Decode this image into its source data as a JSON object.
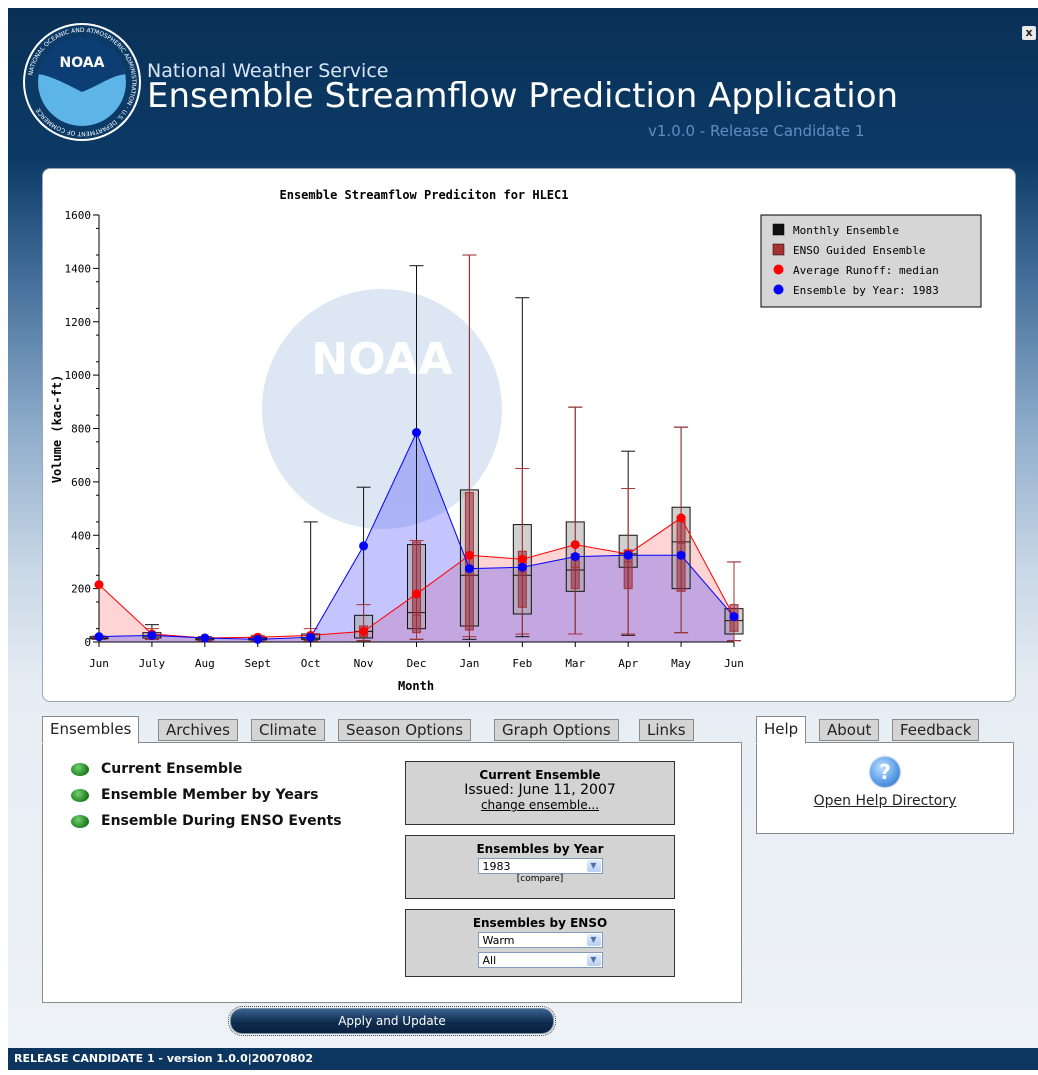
{
  "header": {
    "logo_text": "NOAA",
    "seal_text": "NATIONAL OCEANIC AND ATMOSPHERIC ADMINISTRATION · U.S. DEPARTMENT OF COMMERCE",
    "agency": "National Weather Service",
    "title": "Ensemble Streamflow Prediction Application",
    "version": "v1.0.0 - Release Candidate 1",
    "close_label": "x"
  },
  "chart_data": {
    "type": "bar",
    "title": "Ensemble Streamflow Prediciton for HLEC1",
    "xlabel": "Month",
    "ylabel": "Volume (kac-ft)",
    "ylim": [
      0,
      1600
    ],
    "yticks": [
      0,
      200,
      400,
      600,
      800,
      1000,
      1200,
      1400,
      1600
    ],
    "categories": [
      "Jun",
      "July",
      "Aug",
      "Sept",
      "Oct",
      "Nov",
      "Dec",
      "Jan",
      "Feb",
      "Mar",
      "Apr",
      "May",
      "Jun"
    ],
    "legend": [
      {
        "name": "Monthly Ensemble",
        "color": "#111111",
        "marker": "square"
      },
      {
        "name": "ENSO Guided Ensemble",
        "color": "#a83232",
        "marker": "square"
      },
      {
        "name": "Average Runoff: median",
        "color": "#ff0000",
        "marker": "dot"
      },
      {
        "name": "Ensemble by Year: 1983",
        "color": "#0000ff",
        "marker": "dot"
      }
    ],
    "legend_position": "top-right",
    "watermark": "NOAA",
    "box_series": {
      "monthly": [
        {
          "min": 10,
          "q1": 12,
          "median": 15,
          "q3": 20,
          "max": 22
        },
        {
          "min": 10,
          "q1": 15,
          "median": 22,
          "q3": 35,
          "max": 65
        },
        {
          "min": 5,
          "q1": 8,
          "median": 12,
          "q3": 16,
          "max": 20
        },
        {
          "min": 5,
          "q1": 8,
          "median": 10,
          "q3": 15,
          "max": 20
        },
        {
          "min": 5,
          "q1": 10,
          "median": 15,
          "q3": 30,
          "max": 450
        },
        {
          "min": 5,
          "q1": 15,
          "median": 40,
          "q3": 100,
          "max": 580
        },
        {
          "min": 10,
          "q1": 50,
          "median": 110,
          "q3": 365,
          "max": 1410
        },
        {
          "min": 10,
          "q1": 60,
          "median": 250,
          "q3": 570,
          "max": 1450
        },
        {
          "min": 20,
          "q1": 105,
          "median": 250,
          "q3": 440,
          "max": 1290
        },
        {
          "min": 30,
          "q1": 190,
          "median": 270,
          "q3": 450,
          "max": 880
        },
        {
          "min": 25,
          "q1": 280,
          "median": 330,
          "q3": 400,
          "max": 715
        },
        {
          "min": 35,
          "q1": 200,
          "median": 375,
          "q3": 505,
          "max": 805
        },
        {
          "min": 5,
          "q1": 30,
          "median": 80,
          "q3": 125,
          "max": 300
        }
      ],
      "enso": [
        {
          "min": 10,
          "q1": 12,
          "median": 15,
          "q3": 18,
          "max": 20
        },
        {
          "min": 10,
          "q1": 15,
          "median": 20,
          "q3": 30,
          "max": 50
        },
        {
          "min": 5,
          "q1": 8,
          "median": 10,
          "q3": 14,
          "max": 18
        },
        {
          "min": 5,
          "q1": 8,
          "median": 10,
          "q3": 14,
          "max": 25
        },
        {
          "min": 5,
          "q1": 10,
          "median": 12,
          "q3": 25,
          "max": 50
        },
        {
          "min": 5,
          "q1": 20,
          "median": 35,
          "q3": 60,
          "max": 140
        },
        {
          "min": 10,
          "q1": 35,
          "median": 100,
          "q3": 375,
          "max": 380
        },
        {
          "min": 20,
          "q1": 45,
          "median": 270,
          "q3": 560,
          "max": 1450
        },
        {
          "min": 30,
          "q1": 130,
          "median": 260,
          "q3": 340,
          "max": 650
        },
        {
          "min": 30,
          "q1": 200,
          "median": 280,
          "q3": 330,
          "max": 880
        },
        {
          "min": 30,
          "q1": 200,
          "median": 300,
          "q3": 345,
          "max": 575
        },
        {
          "min": 35,
          "q1": 190,
          "median": 370,
          "q3": 470,
          "max": 805
        },
        {
          "min": 5,
          "q1": 40,
          "median": 90,
          "q3": 140,
          "max": 300
        }
      ]
    },
    "series": [
      {
        "name": "Average Runoff: median",
        "color": "#ff0000",
        "values": [
          215,
          30,
          15,
          18,
          25,
          40,
          180,
          325,
          310,
          365,
          330,
          465,
          95
        ]
      },
      {
        "name": "Ensemble by Year: 1983",
        "color": "#0000ff",
        "values": [
          20,
          25,
          15,
          10,
          18,
          360,
          785,
          275,
          280,
          320,
          325,
          325,
          95
        ]
      }
    ]
  },
  "tabs_left": [
    "Ensembles",
    "Archives",
    "Climate",
    "Season Options",
    "Graph Options",
    "Links"
  ],
  "ensembles_panel": {
    "options": [
      "Current Ensemble",
      "Ensemble Member by Years",
      "Ensemble During ENSO Events"
    ],
    "current": {
      "title": "Current Ensemble",
      "issued": "Issued: June 11, 2007",
      "link": "change ensemble..."
    },
    "by_year": {
      "title": "Ensembles by Year",
      "selected": "1983",
      "compare": "[compare]"
    },
    "by_enso": {
      "title": "Ensembles by ENSO",
      "phase": "Warm",
      "filter": "All"
    }
  },
  "tabs_right": [
    "Help",
    "About",
    "Feedback"
  ],
  "help_panel": {
    "icon_glyph": "?",
    "link": "Open Help Directory"
  },
  "apply_button": "Apply and Update",
  "footer": "RELEASE CANDIDATE 1 - version 1.0.0|20070802"
}
